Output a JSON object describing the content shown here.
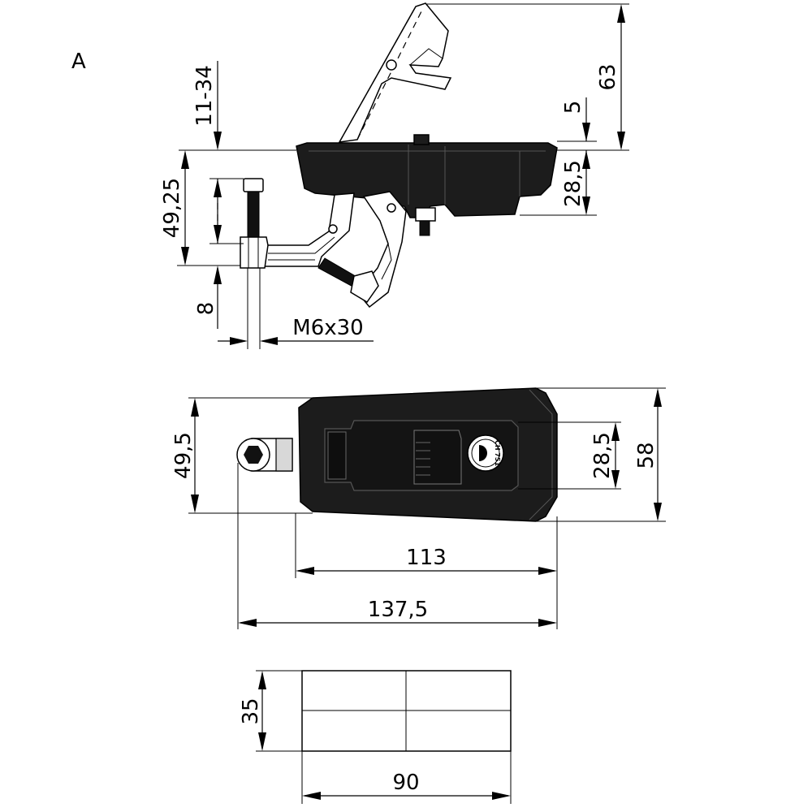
{
  "view_label": "A",
  "side_view": {
    "dims": {
      "lever_range": "11-34",
      "total_height": "63",
      "step": "5",
      "body_depth": "28,5",
      "bracket_height": "49,25",
      "bolt_offset": "8",
      "bolt_size": "M6x30"
    }
  },
  "top_view": {
    "dims": {
      "width_with_bracket": "49,5",
      "lock_height": "28,5",
      "body_width": "58",
      "body_length": "113",
      "overall_length": "137,5"
    },
    "lock_stamp": "CH 751"
  },
  "cutout_view": {
    "dims": {
      "height": "35",
      "width": "90"
    }
  }
}
